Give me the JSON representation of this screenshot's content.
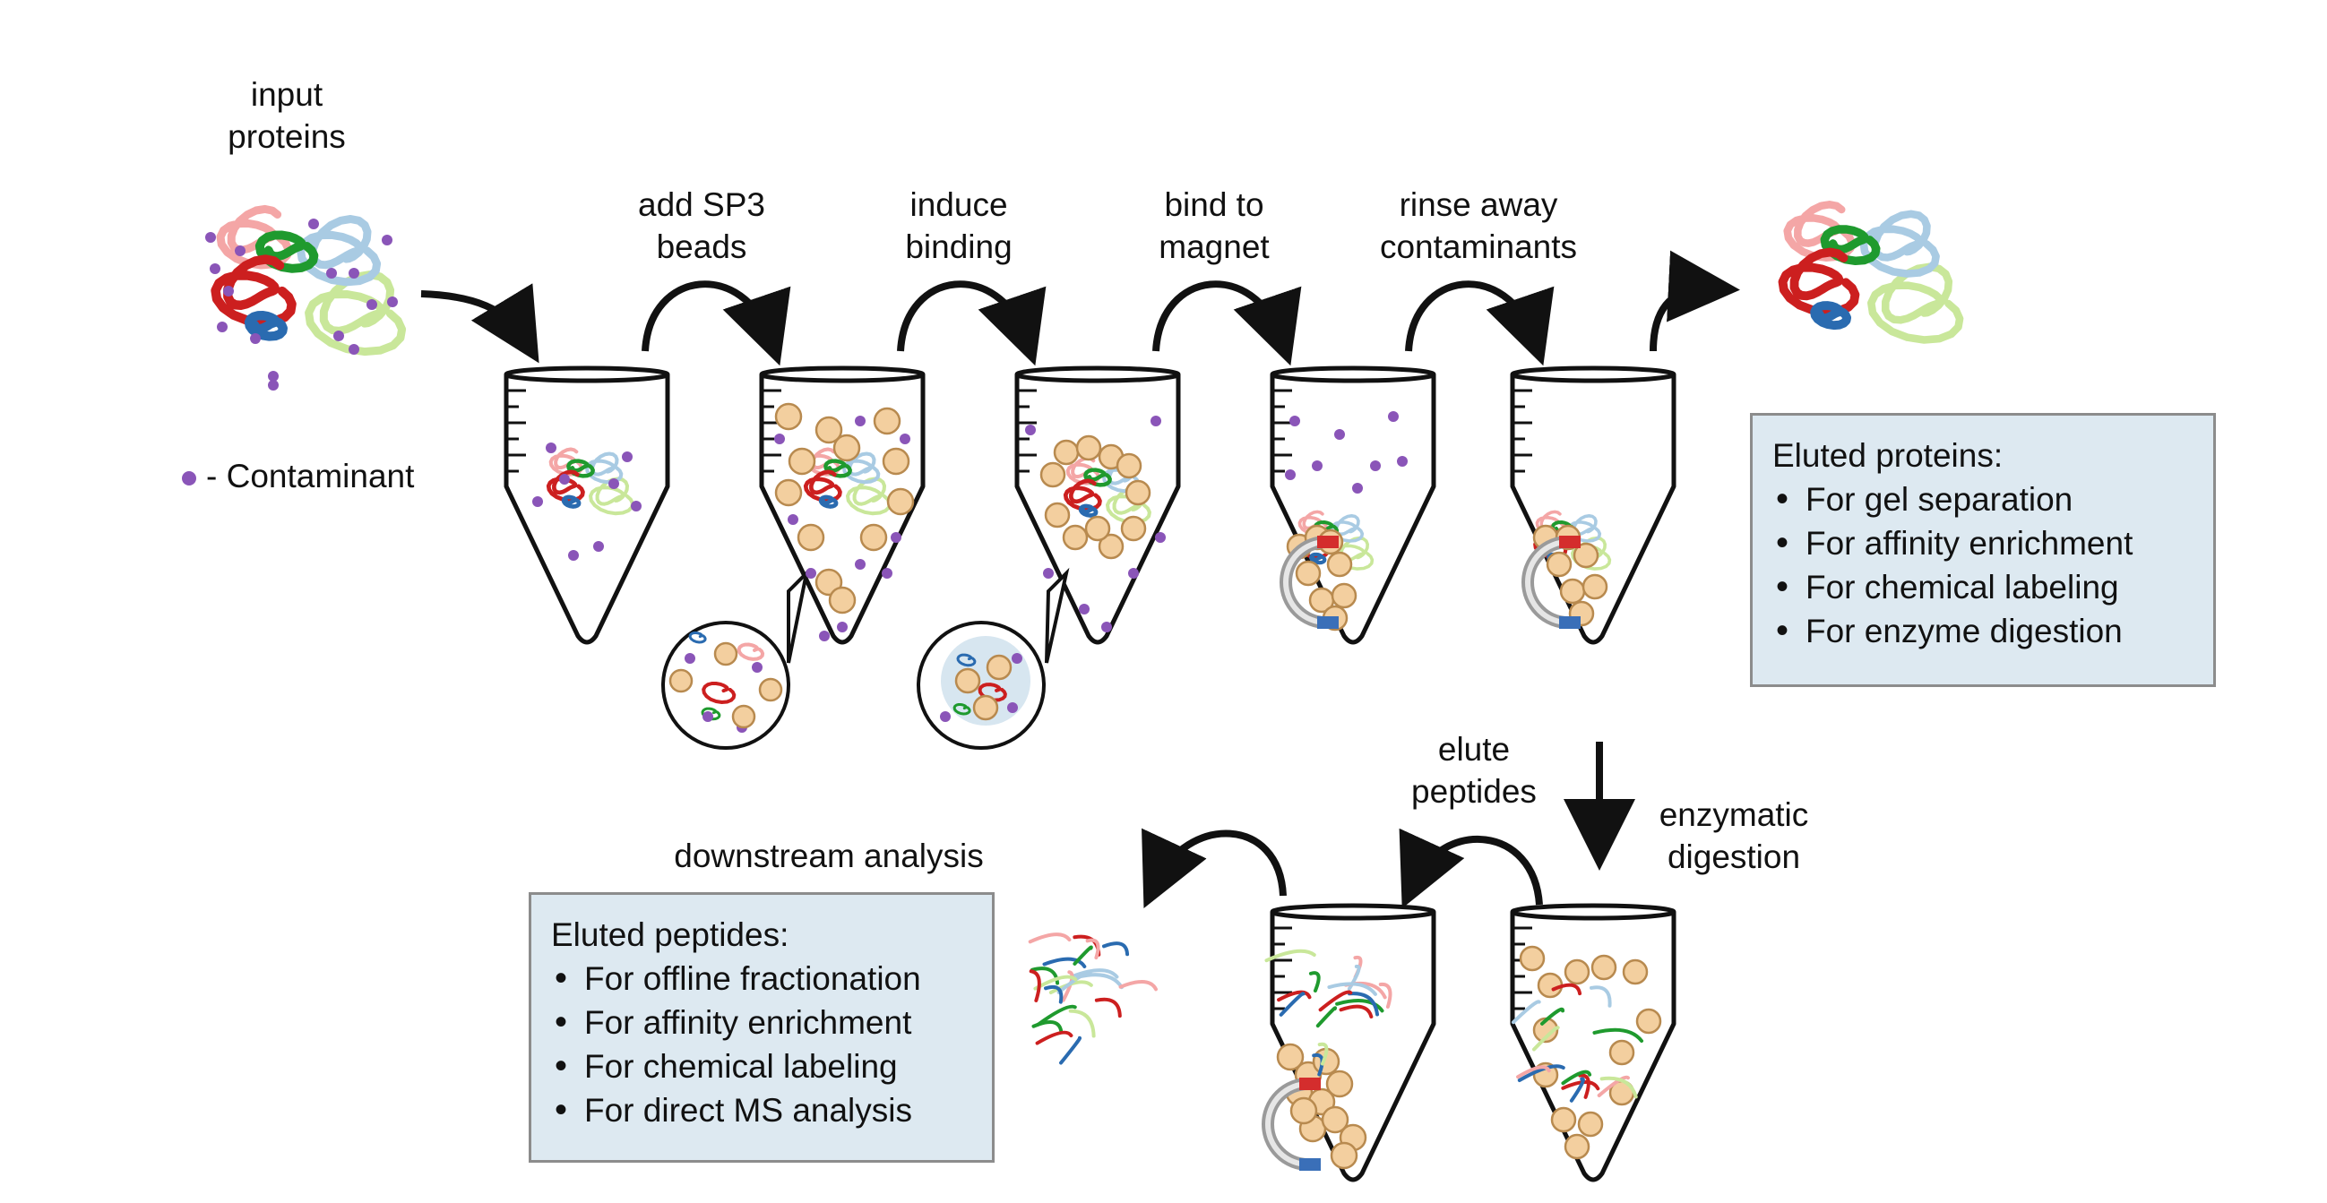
{
  "labels": {
    "input_proteins": [
      "input",
      "proteins"
    ],
    "contaminant_legend": "- Contaminant",
    "add_beads": [
      "add SP3",
      "beads"
    ],
    "induce_binding": [
      "induce",
      "binding"
    ],
    "bind_magnet": [
      "bind to",
      "magnet"
    ],
    "rinse": [
      "rinse away",
      "contaminants"
    ],
    "elute_peptides": [
      "elute",
      "peptides"
    ],
    "enzymatic_digestion": [
      "enzymatic",
      "digestion"
    ],
    "downstream": "downstream analysis"
  },
  "eluted_proteins": {
    "title": "Eluted proteins:",
    "items": [
      "For gel separation",
      "For affinity enrichment",
      "For chemical labeling",
      "For enzyme digestion"
    ]
  },
  "eluted_peptides": {
    "title": "Eluted peptides:",
    "items": [
      "For offline fractionation",
      "For affinity enrichment",
      "For chemical labeling",
      "For direct MS analysis"
    ]
  },
  "colors": {
    "contaminant": "#8a55b8",
    "bead": "#f3cf9f",
    "bead_edge": "#b88a4f",
    "box_fill": "#dde9f1",
    "protein_red": "#cc1f1f",
    "protein_green": "#1f9a2e",
    "protein_blue": "#2a6bb0",
    "protein_pink": "#f4a6a6",
    "protein_lightblue": "#a9cbe3",
    "protein_lightgreen": "#c9e79a",
    "magnet_red": "#d42d2d",
    "magnet_blue": "#3a6fb8"
  }
}
